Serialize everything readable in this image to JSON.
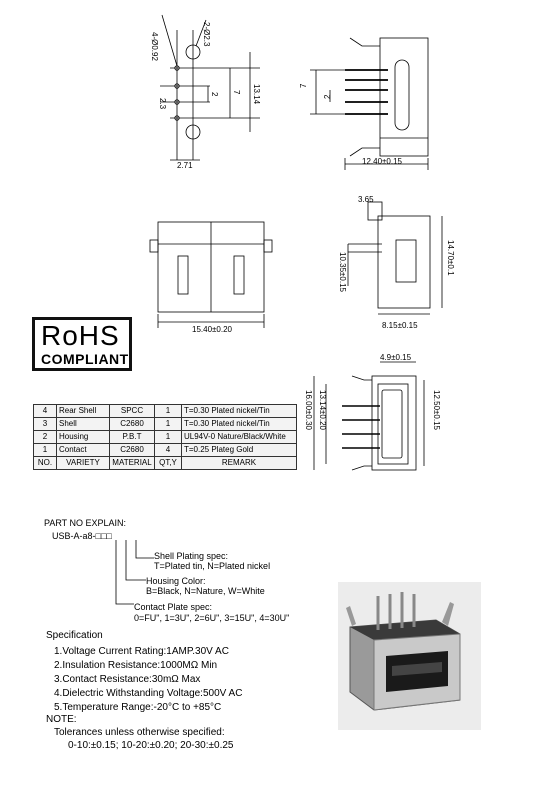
{
  "dims": {
    "hole_4": "4-Ø0.92",
    "hole_2": "2-Ø2.3",
    "d2": "2",
    "d7": "7",
    "d2_3": "2.3",
    "d13_14": "13.14",
    "d2_71": "2.71",
    "side_7": "7",
    "side_2": "2",
    "w12_40": "12.40±0.15",
    "d3_65": "3.65",
    "h10_35": "10.35±0.15",
    "h14_70": "14.70±0.1",
    "w8_15": "8.15±0.15",
    "w15_40": "15.40±0.20",
    "w4_9": "4.9±0.15",
    "h13_14": "13.14±0.20",
    "h16_00": "16.00±0.30",
    "h12_50": "12.50±0.15"
  },
  "rohs": {
    "line1": "RoHS",
    "line2": "COMPLIANT"
  },
  "bom": {
    "rows": [
      [
        "4",
        "Rear Shell",
        "SPCC",
        "1",
        "T=0.30 Plated nickel/Tin"
      ],
      [
        "3",
        "Shell",
        "C2680",
        "1",
        "T=0.30 Plated nickel/Tin"
      ],
      [
        "2",
        "Housing",
        "P.B.T",
        "1",
        "UL94V-0 Nature/Black/White"
      ],
      [
        "1",
        "Contact",
        "C2680",
        "4",
        "T=0.25 Plateg Gold"
      ],
      [
        "NO.",
        "VARIETY",
        "MATERIAL",
        "QT,Y",
        "REMARK"
      ]
    ]
  },
  "part": {
    "title": "PART NO EXPLAIN:",
    "code": "USB-A-a8-",
    "shell_label": "Shell Plating  spec:",
    "shell_opts": "T=Plated tin,  N=Plated nickel",
    "housing_label": "Housing Color:",
    "housing_opts": "B=Black,  N=Nature,  W=White",
    "contact_label": "Contact Plate spec:",
    "contact_opts": "0=FU\", 1=3U\", 2=6U\", 3=15U\", 4=30U\""
  },
  "spec": {
    "title": "Specification",
    "items": [
      "1.Voltage Current Rating:1AMP.30V AC",
      "2.Insulation Resistance:1000MΩ  Min",
      "3.Contact Resistance:30mΩ  Max",
      "4.Dielectric Withstanding Voltage:500V AC",
      "5.Temperature Range:-20°C to +85°C"
    ]
  },
  "note": {
    "title": "NOTE:",
    "line1": "Tolerances unless otherwise specified:",
    "line2": "0-10:±0.15; 10-20:±0.20; 20-30:±0.25"
  }
}
